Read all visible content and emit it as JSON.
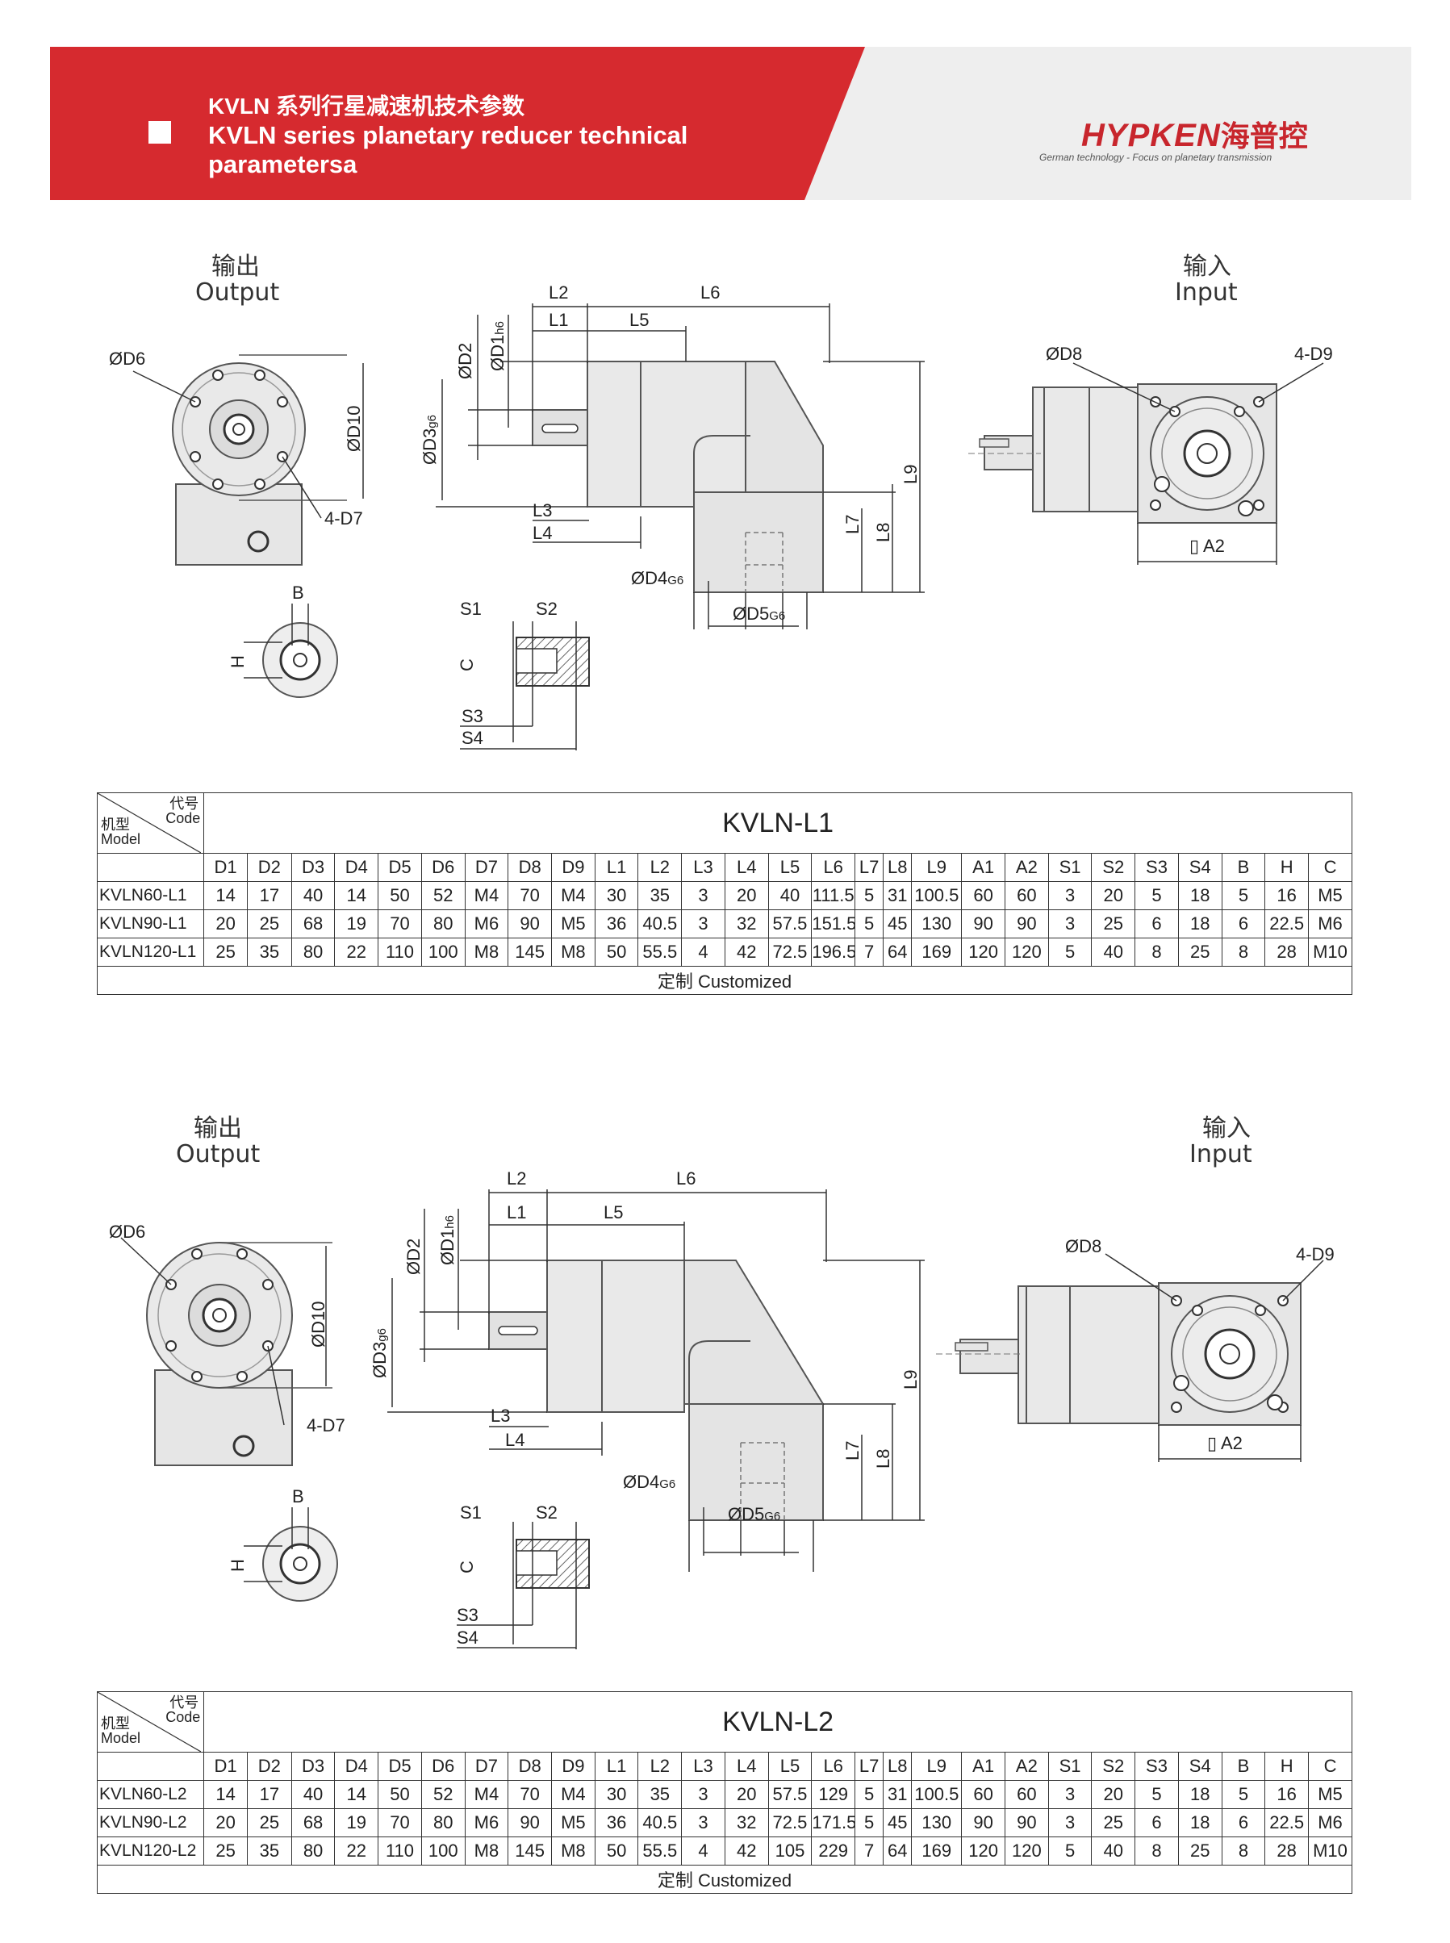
{
  "header": {
    "title_cn": "KVLN 系列行星减速机技术参数",
    "title_en_line1": "KVLN series planetary reducer technical",
    "title_en_line2": "parametersa",
    "logo_name": "HYPKEN",
    "logo_cn": "海普控",
    "logo_tagline": "German technology - Focus on planetary transmission",
    "accent_color": "#d62a2f"
  },
  "drawing_labels": {
    "output_cn": "输出",
    "output_en": "Output",
    "input_cn": "输入",
    "input_en": "Input",
    "D6": "ØD6",
    "D10": "ØD10",
    "D7": "4-D7",
    "D2": "ØD2",
    "D1": "ØD1",
    "D1_sub": "h6",
    "D3": "ØD3",
    "D3_sub": "g6",
    "L1": "L1",
    "L2": "L2",
    "L3": "L3",
    "L4": "L4",
    "L5": "L5",
    "L6": "L6",
    "L7": "L7",
    "L8": "L8",
    "L9": "L9",
    "D4": "ØD4",
    "D4_sub": "G6",
    "D5": "ØD5",
    "D5_sub": "G6",
    "D8": "ØD8",
    "D9": "4-D9",
    "A2": "▯ A2",
    "B": "B",
    "H": "H",
    "C": "C",
    "S1": "S1",
    "S2": "S2",
    "S3": "S3",
    "S4": "S4"
  },
  "table_common": {
    "corner_code_cn": "代号",
    "corner_code_en": "Code",
    "corner_model_cn": "机型",
    "corner_model_en": "Model",
    "columns": [
      "D1",
      "D2",
      "D3",
      "D4",
      "D5",
      "D6",
      "D7",
      "D8",
      "D9",
      "L1",
      "L2",
      "L3",
      "L4",
      "L5",
      "L6",
      "L7",
      "L8",
      "L9",
      "A1",
      "A2",
      "S1",
      "S2",
      "S3",
      "S4",
      "B",
      "H",
      "C"
    ],
    "footer": "定制 Customized"
  },
  "tables": [
    {
      "title": "KVLN-L1",
      "rows": [
        {
          "model": "KVLN60-L1",
          "values": [
            "14",
            "17",
            "40",
            "14",
            "50",
            "52",
            "M4",
            "70",
            "M4",
            "30",
            "35",
            "3",
            "20",
            "40",
            "111.5",
            "5",
            "31",
            "100.5",
            "60",
            "60",
            "3",
            "20",
            "5",
            "18",
            "5",
            "16",
            "M5"
          ]
        },
        {
          "model": "KVLN90-L1",
          "values": [
            "20",
            "25",
            "68",
            "19",
            "70",
            "80",
            "M6",
            "90",
            "M5",
            "36",
            "40.5",
            "3",
            "32",
            "57.5",
            "151.5",
            "5",
            "45",
            "130",
            "90",
            "90",
            "3",
            "25",
            "6",
            "18",
            "6",
            "22.5",
            "M6"
          ]
        },
        {
          "model": "KVLN120-L1",
          "values": [
            "25",
            "35",
            "80",
            "22",
            "110",
            "100",
            "M8",
            "145",
            "M8",
            "50",
            "55.5",
            "4",
            "42",
            "72.5",
            "196.5",
            "7",
            "64",
            "169",
            "120",
            "120",
            "5",
            "40",
            "8",
            "25",
            "8",
            "28",
            "M10"
          ]
        }
      ]
    },
    {
      "title": "KVLN-L2",
      "rows": [
        {
          "model": "KVLN60-L2",
          "values": [
            "14",
            "17",
            "40",
            "14",
            "50",
            "52",
            "M4",
            "70",
            "M4",
            "30",
            "35",
            "3",
            "20",
            "57.5",
            "129",
            "5",
            "31",
            "100.5",
            "60",
            "60",
            "3",
            "20",
            "5",
            "18",
            "5",
            "16",
            "M5"
          ]
        },
        {
          "model": "KVLN90-L2",
          "values": [
            "20",
            "25",
            "68",
            "19",
            "70",
            "80",
            "M6",
            "90",
            "M5",
            "36",
            "40.5",
            "3",
            "32",
            "72.5",
            "171.5",
            "5",
            "45",
            "130",
            "90",
            "90",
            "3",
            "25",
            "6",
            "18",
            "6",
            "22.5",
            "M6"
          ]
        },
        {
          "model": "KVLN120-L2",
          "values": [
            "25",
            "35",
            "80",
            "22",
            "110",
            "100",
            "M8",
            "145",
            "M8",
            "50",
            "55.5",
            "4",
            "42",
            "105",
            "229",
            "7",
            "64",
            "169",
            "120",
            "120",
            "5",
            "40",
            "8",
            "25",
            "8",
            "28",
            "M10"
          ]
        }
      ]
    }
  ]
}
